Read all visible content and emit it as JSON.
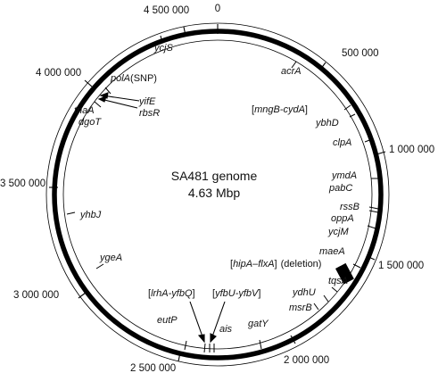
{
  "genome": {
    "name": "SA481 genome",
    "size": "4.63 Mbp",
    "length_bp": 4630000
  },
  "colors": {
    "ring": "#000000",
    "text": "#111111",
    "background": "#ffffff"
  },
  "position_labels": [
    {
      "id": "pos-0",
      "text": "0",
      "bp": 0
    },
    {
      "id": "pos-500000",
      "text": "500 000",
      "bp": 500000
    },
    {
      "id": "pos-1000000",
      "text": "1 000 000",
      "bp": 1000000
    },
    {
      "id": "pos-1500000",
      "text": "1 500 000",
      "bp": 1500000
    },
    {
      "id": "pos-2000000",
      "text": "2 000 000",
      "bp": 2000000
    },
    {
      "id": "pos-2500000",
      "text": "2 500 000",
      "bp": 2500000
    },
    {
      "id": "pos-3000000",
      "text": "3 000 000",
      "bp": 3000000
    },
    {
      "id": "pos-3500000",
      "text": "3 500 000",
      "bp": 3500000
    },
    {
      "id": "pos-4000000",
      "text": "4 000 000",
      "bp": 4000000
    },
    {
      "id": "pos-4500000",
      "text": "4 500 000",
      "bp": 4500000
    }
  ],
  "genes": {
    "ycjS": "ycjS",
    "acrA": "acrA",
    "polA": "polA",
    "polA_note": "(SNP)",
    "yifE": "yifE",
    "rbsR": "rbsR",
    "tnaA": "tnaA",
    "dgoT": "dgoT",
    "mngB_cydA": "mngB-cydA",
    "ybhD": "ybhD",
    "clpA": "clpA",
    "ymdA": "ymdA",
    "pabC": "pabC",
    "rssB": "rssB",
    "oppA": "oppA",
    "ycjM": "ycjM",
    "yhbJ": "yhbJ",
    "maeA": "maeA",
    "hipA_flxA": "hipA–flxA",
    "deletion_note": "(deletion)",
    "tqsA": "tqsA",
    "ydhU": "ydhU",
    "msrB": "msrB",
    "ygeA": "ygeA",
    "lrhA_yfbQ": "lrhA-yfbQ",
    "yfbU_yfbV": "yfbU-yfbV",
    "eutP": "eutP",
    "ais": "ais",
    "gatY": "gatY"
  },
  "brackets": {
    "open": "[",
    "close": "]"
  }
}
